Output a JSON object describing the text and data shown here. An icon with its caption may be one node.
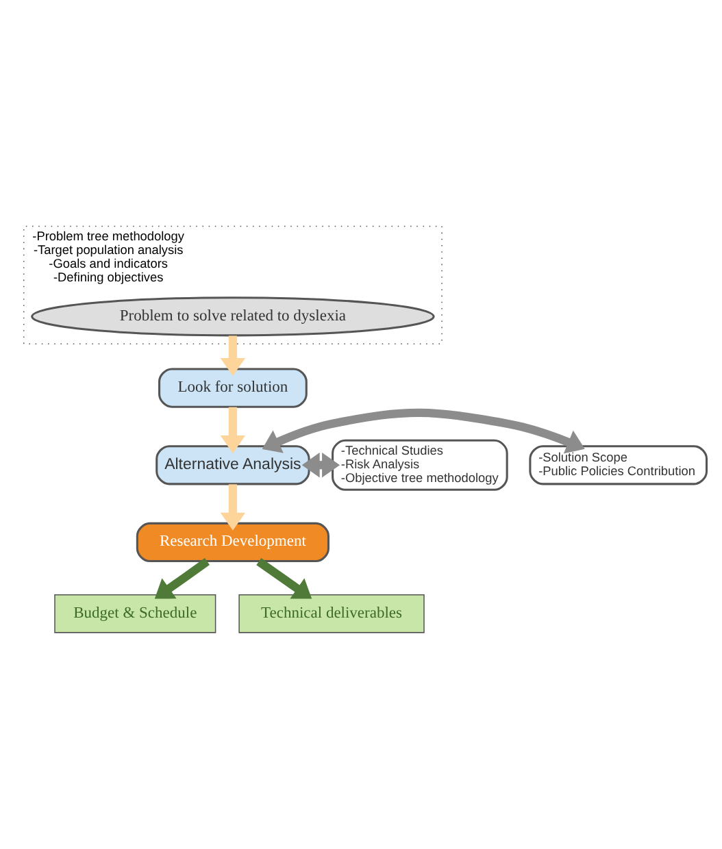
{
  "diagram": {
    "nodes": [
      {
        "text": [
          "-Problem tree methodology",
          "-Target population analysis",
          "-Goals and indicators",
          "-Defining objectives"
        ]
      },
      {
        "text": [
          "Problem to solve related to dyslexia"
        ],
        "in": 0
      },
      {
        "text": [
          "Look for solution"
        ]
      },
      {
        "text": [
          "Alternative Analysis"
        ]
      },
      {
        "text": [
          "-Solution Scope",
          "-Public Policies Contribution"
        ]
      },
      {
        "text": [
          "-Technical Studies",
          "-Risk Analysis",
          "-Objective tree methodology"
        ]
      },
      {
        "text": [
          "Research Development"
        ]
      },
      {
        "text": [
          "Budget & Schedule"
        ]
      },
      {
        "text": [
          "Technical deliverables"
        ]
      }
    ],
    "edges": [
      {
        "from": 1,
        "to": 2,
        "arrow": "to"
      },
      {
        "from": 2,
        "to": 3,
        "arrow": "to"
      },
      {
        "from": 3,
        "to": 4,
        "arrow": "both",
        "color": "#8c8c8c"
      },
      {
        "from": 3,
        "to": 5,
        "arrow": "both",
        "color": "#8c8c8c"
      },
      {
        "from": 3,
        "to": 6,
        "arrow": "to"
      },
      {
        "from": 6,
        "to": 7,
        "arrow": "to",
        "color": "#4f7a38"
      },
      {
        "from": 6,
        "to": 8,
        "arrow": "to",
        "color": "#4f7a38"
      }
    ]
  }
}
